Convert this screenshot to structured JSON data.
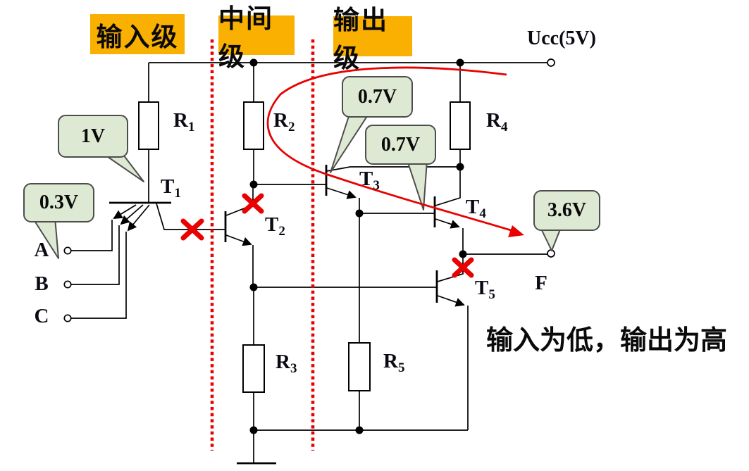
{
  "stage_headers": [
    {
      "label": "输入级"
    },
    {
      "label": "中间级"
    },
    {
      "label": "输出级"
    }
  ],
  "power": {
    "label": "Ucc(5V)"
  },
  "resistors": [
    {
      "main": "R",
      "sub": "1"
    },
    {
      "main": "R",
      "sub": "2"
    },
    {
      "main": "R",
      "sub": "3"
    },
    {
      "main": "R",
      "sub": "4"
    },
    {
      "main": "R",
      "sub": "5"
    }
  ],
  "transistors": [
    {
      "main": "T",
      "sub": "1"
    },
    {
      "main": "T",
      "sub": "2"
    },
    {
      "main": "T",
      "sub": "3"
    },
    {
      "main": "T",
      "sub": "4"
    },
    {
      "main": "T",
      "sub": "5"
    }
  ],
  "inputs": [
    {
      "label": "A"
    },
    {
      "label": "B"
    },
    {
      "label": "C"
    }
  ],
  "output": {
    "label": "F"
  },
  "voltage_callouts": [
    {
      "text": "1V"
    },
    {
      "text": "0.3V"
    },
    {
      "text": "0.7V"
    },
    {
      "text": "0.7V"
    },
    {
      "text": "3.6V"
    }
  ],
  "annotation": {
    "text": "输入为低，输出为高"
  },
  "colors": {
    "stage_header_bg": "#F9B000",
    "callout_bg": "#DEE9D3",
    "callout_border": "#4D4D4D",
    "highlight_red": "#E90000",
    "wire": "#000000"
  }
}
